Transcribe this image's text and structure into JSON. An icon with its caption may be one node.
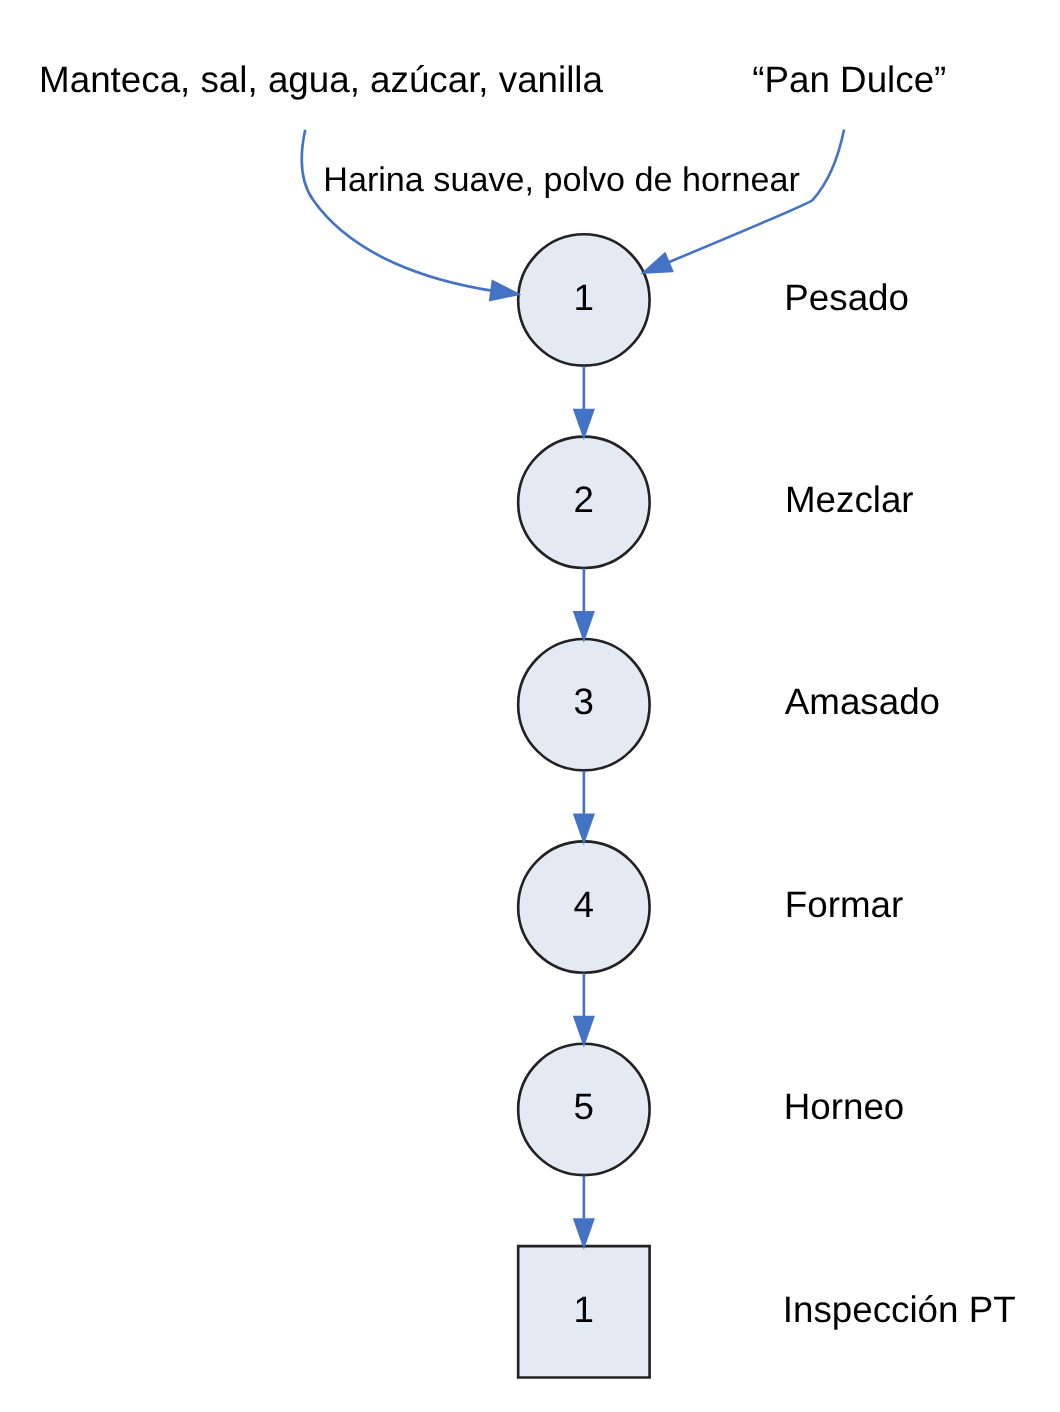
{
  "diagram": {
    "nodes": [
      {
        "text": [
          "“Pan Dulce”"
        ]
      },
      {
        "text": [
          "Manteca, sal, agua, azúcar, vanilla"
        ]
      },
      {
        "text": [
          "1"
        ],
        "beside": [
          "Pesado"
        ]
      },
      {
        "text": [
          "2"
        ],
        "beside": [
          "Mezclar"
        ]
      },
      {
        "text": [
          "3"
        ],
        "beside": [
          "Amasado"
        ]
      },
      {
        "text": [
          "4"
        ],
        "beside": [
          "Formar"
        ]
      },
      {
        "text": [
          "5"
        ],
        "beside": [
          "Horneo"
        ]
      },
      {
        "text": [
          "1"
        ],
        "beside": [
          "Inspección PT"
        ]
      }
    ],
    "edges": [
      {
        "from": 0,
        "to": 2,
        "arrow": "to"
      },
      {
        "from": 1,
        "to": 2,
        "arrow": "to",
        "label": "Harina suave, polvo de hornear"
      },
      {
        "from": 2,
        "to": 3,
        "arrow": "to"
      },
      {
        "from": 3,
        "to": 4,
        "arrow": "to"
      },
      {
        "from": 4,
        "to": 5,
        "arrow": "to"
      },
      {
        "from": 5,
        "to": 6,
        "arrow": "to"
      },
      {
        "from": 6,
        "to": 7,
        "arrow": "to"
      }
    ]
  }
}
